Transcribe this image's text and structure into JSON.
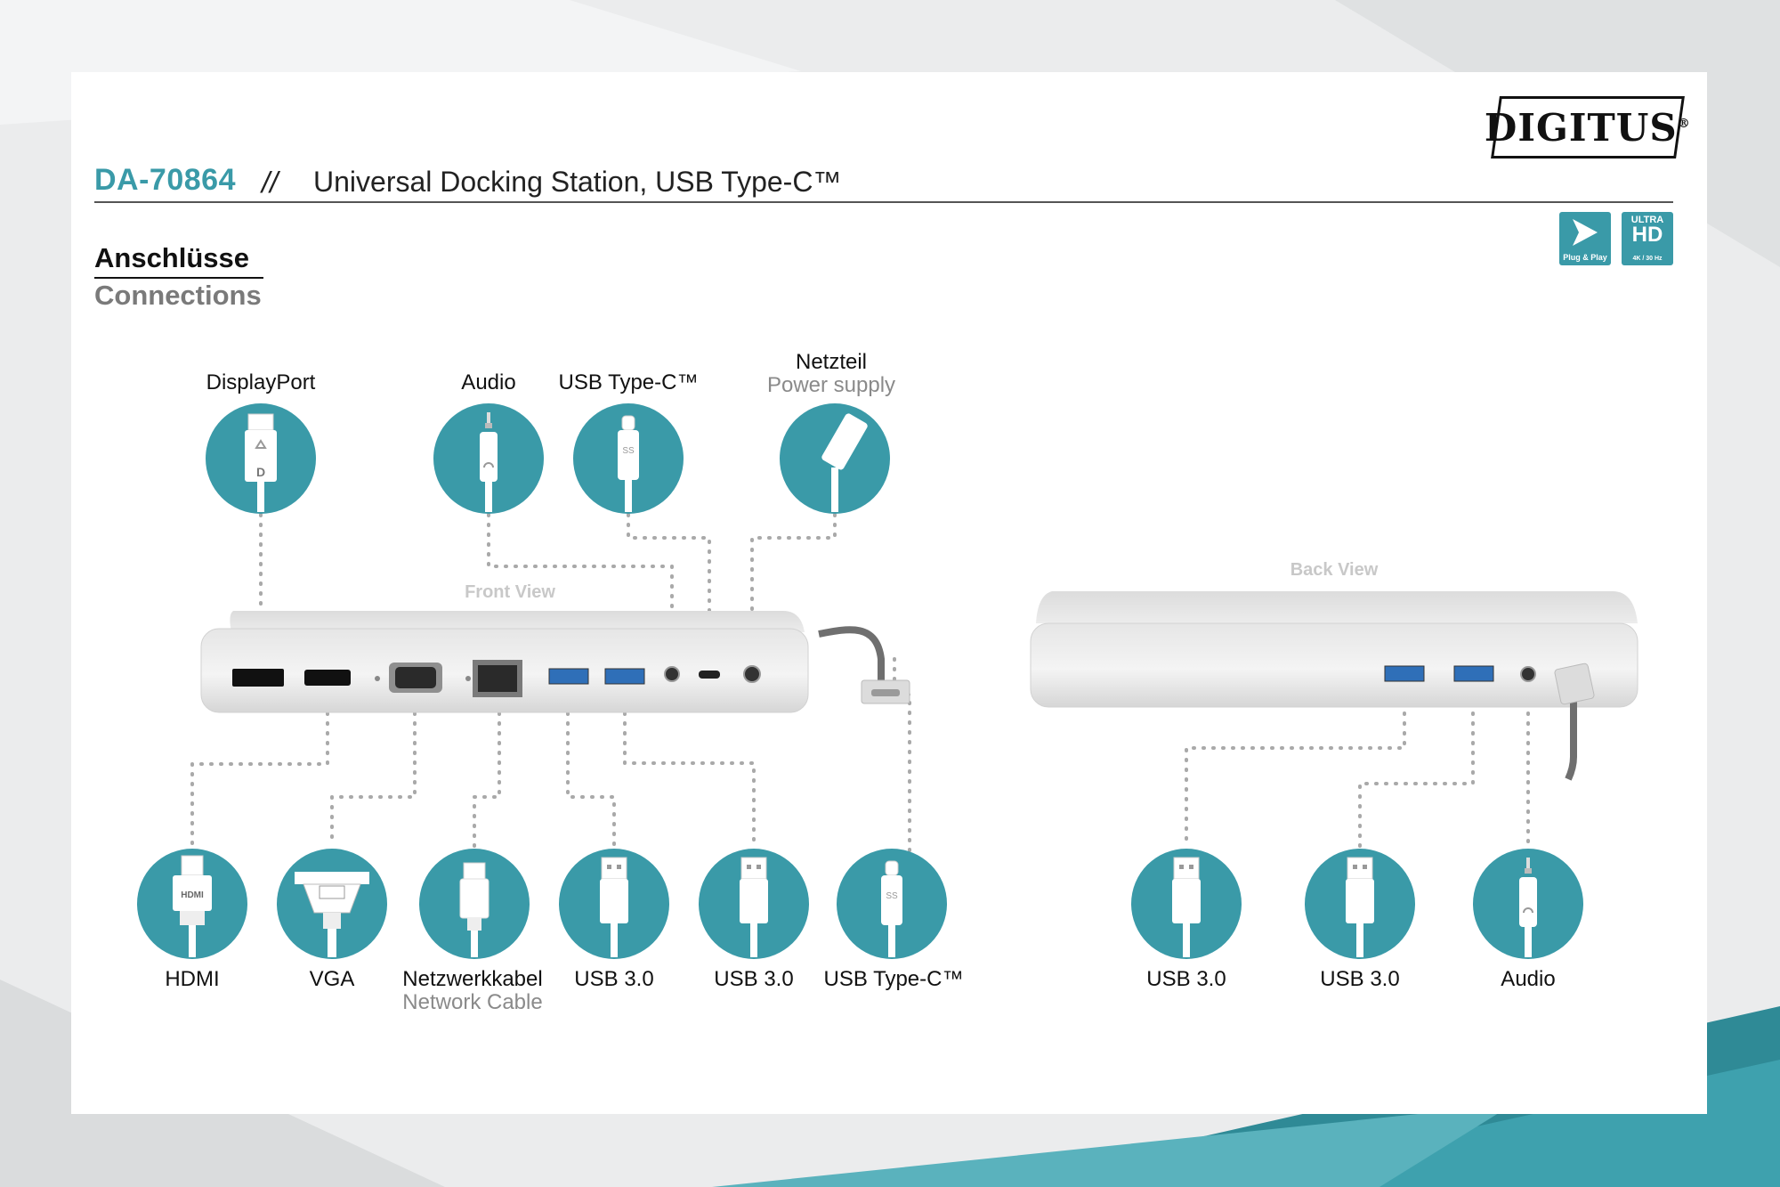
{
  "header": {
    "model": "DA-70864",
    "separator": "//",
    "title": "Universal Docking Station, USB Type-C™",
    "brand": "DIGITUS",
    "brand_mark": "®"
  },
  "section": {
    "title_de": "Anschlüsse",
    "title_en": "Connections"
  },
  "badges": {
    "plug_and_play": "Plug & Play",
    "ultra": "ULTRA",
    "hd": "HD",
    "hd_spec": "4K / 30 Hz"
  },
  "views": {
    "front": "Front View",
    "back": "Back View"
  },
  "labels": {
    "displayport": "DisplayPort",
    "audio_top": "Audio",
    "usbc_top": "USB Type-C™",
    "power_de": "Netzteil",
    "power_en": "Power supply",
    "hdmi": "HDMI",
    "vga": "VGA",
    "network_de": "Netzwerkkabel",
    "network_en": "Network Cable",
    "usb3_a": "USB 3.0",
    "usb3_b": "USB 3.0",
    "usbc_bottom": "USB Type-C™",
    "usb3_c": "USB 3.0",
    "usb3_d": "USB 3.0",
    "audio_back": "Audio"
  },
  "icon_text": {
    "hdmi_plug": "HDMI"
  },
  "colors": {
    "accent": "#3a9aa8",
    "dots": "#aaaaaa",
    "device": "#e8e8e8",
    "port_blue": "#2f6fb8"
  }
}
